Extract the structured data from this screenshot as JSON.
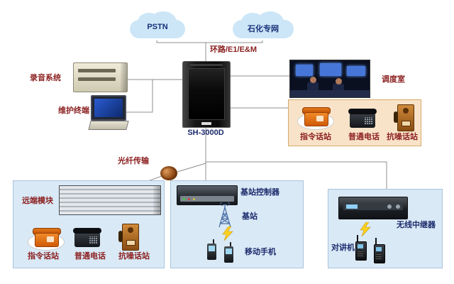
{
  "clouds": {
    "pstn": "PSTN",
    "private": "石化专网"
  },
  "trunk_label": "环路/E1/E&M",
  "cabinet": {
    "label": "SH-3000D"
  },
  "left": {
    "recording": "录音系统",
    "terminal": "维护终端"
  },
  "dispatch": {
    "label": "调度室"
  },
  "station_panel": {
    "items": [
      "指令话站",
      "普通电话",
      "抗噪话站"
    ]
  },
  "fiber": {
    "label": "光纤传输"
  },
  "remote_panel": {
    "title": "远端模块",
    "items": [
      "指令话站",
      "普通电话",
      "抗噪话站"
    ]
  },
  "base_panel": {
    "controller": "基站控制器",
    "station": "基站",
    "mobile": "移动手机"
  },
  "relay_panel": {
    "repeater": "无线中继器",
    "intercom": "对讲机"
  },
  "colors": {
    "label_red": "#8b1f1f",
    "label_navy": "#1b2a6b",
    "panel_blue": "#d9e9f6",
    "panel_orange": "#f9e3c8",
    "cloud_blue": "#cde6f7",
    "line_gray": "#8f8f8f"
  }
}
